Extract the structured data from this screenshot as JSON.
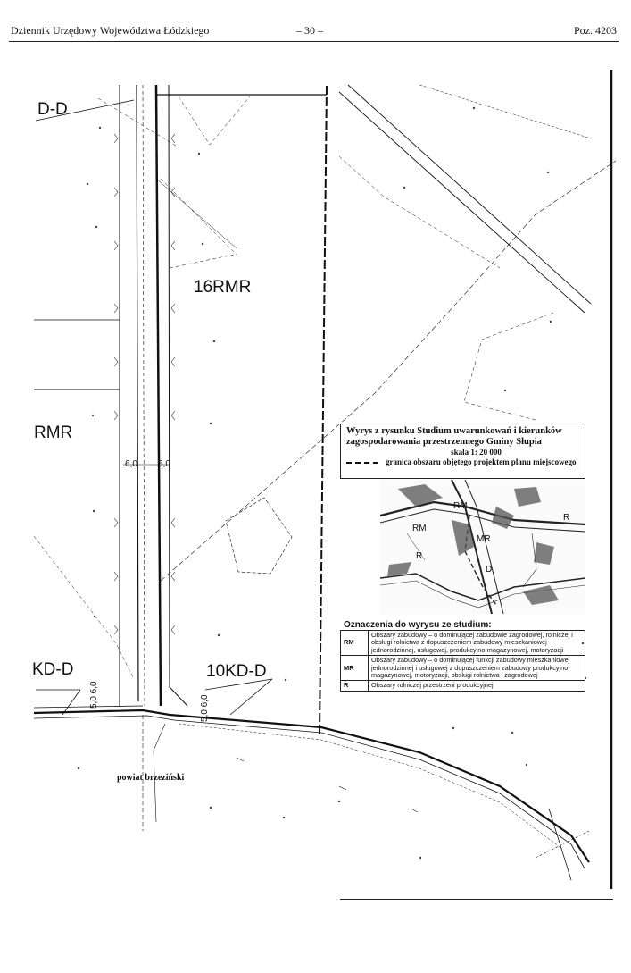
{
  "header": {
    "left": "Dziennik Urzędowy Województwa Łódzkiego",
    "center": "– 30 –",
    "right": "Poz. 4203"
  },
  "map_labels": {
    "kd_top": "D-D",
    "rmr_16": "16RMR",
    "rmr_left": "RMR",
    "kd_left": "KD-D",
    "kd_10": "10KD-D",
    "dim_60_a": "6,0",
    "dim_60_b": "6,0",
    "dim_5060_a": "5,0 6,0",
    "dim_5060_b": "5,0 6,0",
    "powiat": "powiat brzeziński"
  },
  "inset": {
    "title": "Wyrys z rysunku Studium uwarunkowań i kierunków zagospodarowania przestrzennego Gminy Słupia",
    "scale": "skala 1: 20 000",
    "legend_line": "granica obszaru objętego projektem planu miejscowego",
    "map_labels": [
      "RM",
      "RM",
      "MR",
      "R",
      "R",
      "D"
    ]
  },
  "legend": {
    "title": "Oznaczenia do wyrysu ze studium:",
    "rows": [
      {
        "code": "RM",
        "text": "Obszary zabudowy – o dominującej zabudowie zagrodowej, rolniczej i obsługi rolnictwa z dopuszczeniem zabudowy mieszkaniowej jednorodzinnej, usługowej, produkcyjno-magazynowej, motoryzacji"
      },
      {
        "code": "MR",
        "text": "Obszary zabudowy – o dominującej funkcji zabudowy mieszkaniowej jednorodzinnej i usługowej z dopuszczeniem zabudowy produkcyjno-magazynowej, motoryzacji, obsługi rolnictwa i zagrodowej"
      },
      {
        "code": "R",
        "text": "Obszary rolniczej przestrzeni produkcyjnej"
      }
    ]
  }
}
